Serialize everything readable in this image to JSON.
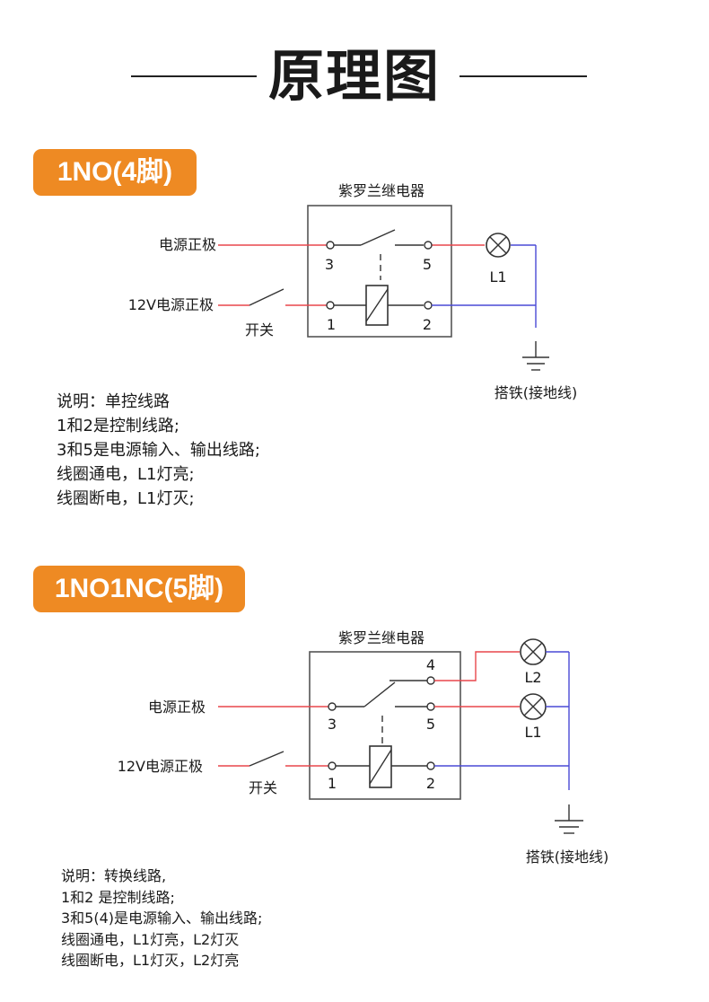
{
  "page_title": "原理图",
  "colors": {
    "accent": "#ee8a23",
    "positive_wire": "#e8474c",
    "ground_wire": "#4a4ad6",
    "line": "#333333"
  },
  "section1": {
    "badge": "1NO(4脚)",
    "relay_label": "紫罗兰继电器",
    "power_label": "电源正极",
    "v12_label": "12V电源正极",
    "switch_label": "开关",
    "pins": [
      "3",
      "5",
      "1",
      "2"
    ],
    "lamp": "L1",
    "ground_label": "搭铁(接地线)",
    "notes": [
      "说明：单控线路",
      "1和2是控制线路;",
      "3和5是电源输入、输出线路;",
      "线圈通电，L1灯亮;",
      "线圈断电，L1灯灭;"
    ]
  },
  "section2": {
    "badge": "1NO1NC(5脚)",
    "relay_label": "紫罗兰继电器",
    "power_label": "电源正极",
    "v12_label": "12V电源正极",
    "switch_label": "开关",
    "pins": [
      "4",
      "3",
      "5",
      "1",
      "2"
    ],
    "lamps": [
      "L2",
      "L1"
    ],
    "ground_label": "搭铁(接地线)",
    "notes": [
      "说明：转换线路,",
      "1和2 是控制线路;",
      "3和5(4)是电源输入、输出线路;",
      "线圈通电，L1灯亮，L2灯灭",
      "线圈断电，L1灯灭，L2灯亮"
    ]
  }
}
